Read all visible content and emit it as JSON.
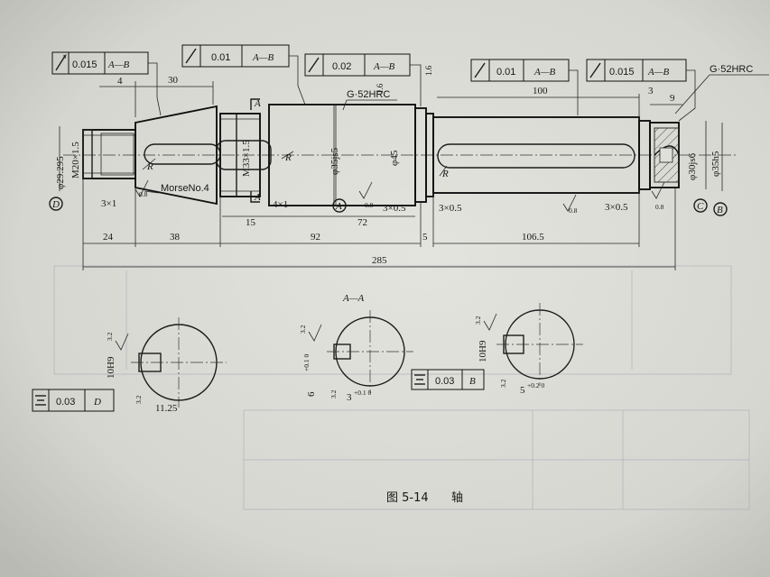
{
  "feature_frames": {
    "runout_1": {
      "symbol": "circular-runout-icon",
      "tolerance": "0.015",
      "datum": "A—B"
    },
    "runout_2": {
      "symbol": "circular-runout-icon",
      "tolerance": "0.01",
      "datum": "A—B"
    },
    "runout_3": {
      "symbol": "circular-runout-icon",
      "tolerance": "0.02",
      "datum": "A—B"
    },
    "runout_4": {
      "symbol": "circular-runout-icon",
      "tolerance": "0.01",
      "datum": "A—B"
    },
    "runout_5": {
      "symbol": "circular-runout-icon",
      "tolerance": "0.015",
      "datum": "A—B"
    },
    "sym_1": {
      "symbol": "symmetry-icon",
      "tolerance": "0.03",
      "datum": "D"
    },
    "sym_2": {
      "symbol": "symmetry-icon",
      "tolerance": "0.03",
      "datum": "B"
    }
  },
  "hardness": {
    "left": "G·52HRC",
    "right": "G·52HRC"
  },
  "dimensions": {
    "d4": "4",
    "d30": "30",
    "d100": "100",
    "d3": "3",
    "d9": "9",
    "d_29": "φ29.295",
    "m20": "M20×1.5",
    "m33": "M33×1.5",
    "d35js5": "φ35js5",
    "d45": "φ45",
    "d30js6": "φ30js6",
    "d35h5": "φ35h5",
    "c3x1": "3×1",
    "c4x1": "4×1",
    "c3x05a": "3×0.5",
    "c3x05b": "3×0.5",
    "c3x05c": "3×0.5",
    "d15": "15",
    "d72": "72",
    "d5": "5",
    "d24": "24",
    "d38": "38",
    "d92": "92",
    "d1065": "106.5",
    "d285": "285",
    "morse": "MorseNo.4",
    "r1": "R",
    "r2": "R",
    "r3": "R",
    "r4": "R",
    "sec_a": "A",
    "sec_a2": "A",
    "ra16a": "1.6",
    "ra16b": "1.6"
  },
  "roughness": {
    "r08_1": "0.8",
    "r08_2": "0.8",
    "r08_3": "0.8",
    "r08_4": "0.8"
  },
  "datums": {
    "d": "D",
    "a": "A",
    "c": "C",
    "b": "B"
  },
  "sections": {
    "aa_title": "A—A",
    "s1": {
      "width": "10H9",
      "depth": "11.25",
      "ra": "3.2",
      "ra2": "3.2"
    },
    "s2": {
      "width": "6",
      "width_tol": "+0.1 0",
      "depth": "3",
      "depth_tol": "+0.1 0",
      "ra": "3.2",
      "ra2": "3.2"
    },
    "s3": {
      "width": "10H9",
      "depth": "5",
      "depth_tol": "+0.2 0",
      "ra": "3.2",
      "ra2": "3.2"
    }
  },
  "caption": {
    "number": "图 5-14",
    "title": "轴"
  }
}
